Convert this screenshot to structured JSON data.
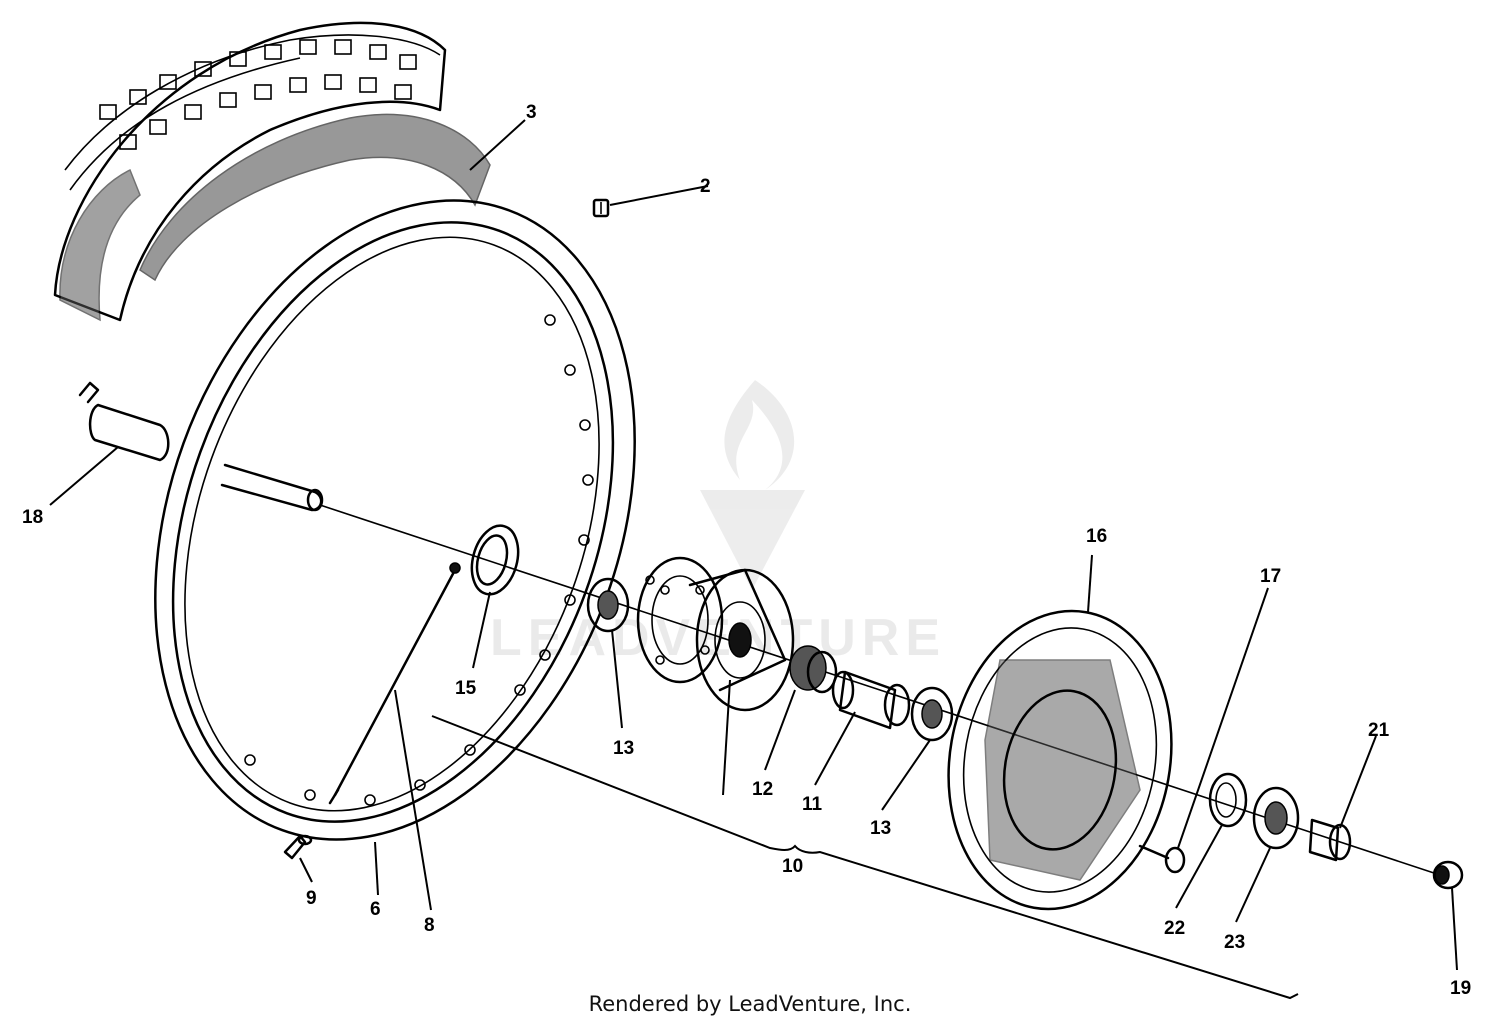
{
  "diagram": {
    "watermark": "LEADVENTURE",
    "credit": "Rendered by LeadVenture, Inc.",
    "callouts": {
      "c2": "2",
      "c3": "3",
      "c6": "6",
      "c8": "8",
      "c9": "9",
      "c10": "10",
      "c11": "11",
      "c12": "12",
      "c13a": "13",
      "c13b": "13",
      "c15": "15",
      "c16": "16",
      "c17": "17",
      "c18": "18",
      "c19": "19",
      "c21": "21",
      "c22": "22",
      "c23": "23"
    }
  }
}
